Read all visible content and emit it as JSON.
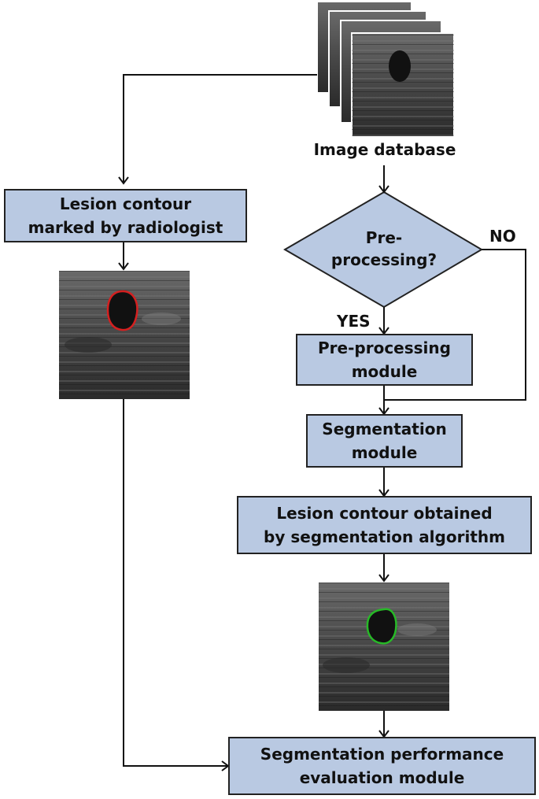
{
  "colors": {
    "box_fill": "#b9c9e2",
    "box_border": "#222222",
    "arrow": "#111111",
    "radiologist_contour": "#d42020",
    "algorithm_contour": "#27b927"
  },
  "image_database": {
    "label": "Image database"
  },
  "radiologist_box": {
    "line1": "Lesion contour",
    "line2": "marked by radiologist"
  },
  "decision": {
    "line1": "Pre-",
    "line2": "processing?",
    "yes_label": "YES",
    "no_label": "NO"
  },
  "preprocessing_box": {
    "line1": "Pre-processing",
    "line2": "module"
  },
  "segmentation_box": {
    "line1": "Segmentation",
    "line2": "module"
  },
  "algorithm_box": {
    "line1": "Lesion contour obtained",
    "line2": "by segmentation algorithm"
  },
  "evaluation_box": {
    "line1": "Segmentation performance",
    "line2": "evaluation module"
  }
}
